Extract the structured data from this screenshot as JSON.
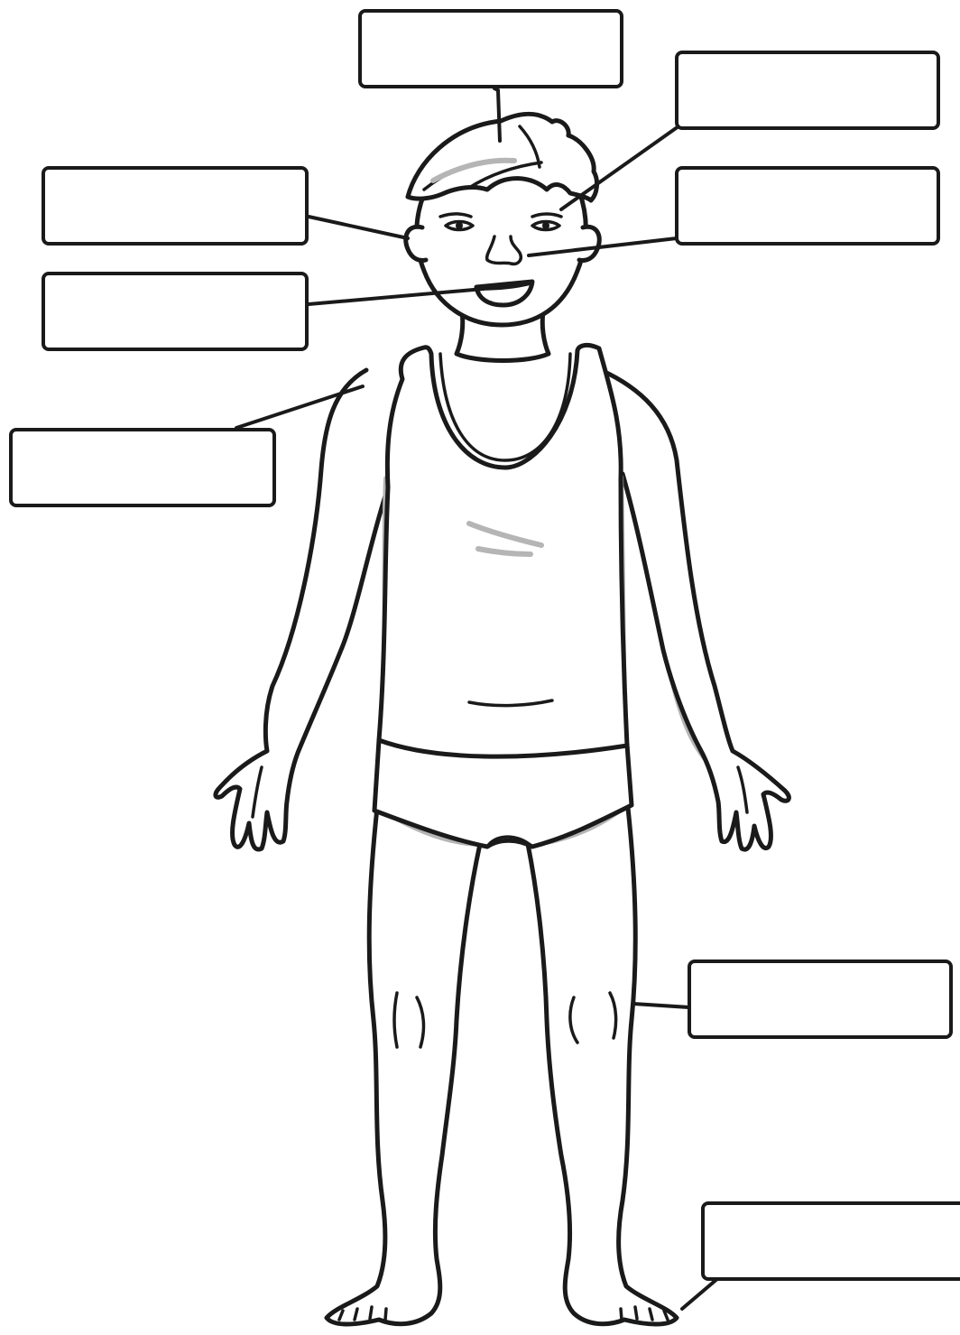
{
  "labels": [
    {
      "part": "hair",
      "text": ""
    },
    {
      "part": "eye",
      "text": ""
    },
    {
      "part": "ear",
      "text": ""
    },
    {
      "part": "nose",
      "text": ""
    },
    {
      "part": "mouth",
      "text": ""
    },
    {
      "part": "shoulder",
      "text": ""
    },
    {
      "part": "knee",
      "text": ""
    },
    {
      "part": "foot",
      "text": ""
    }
  ]
}
